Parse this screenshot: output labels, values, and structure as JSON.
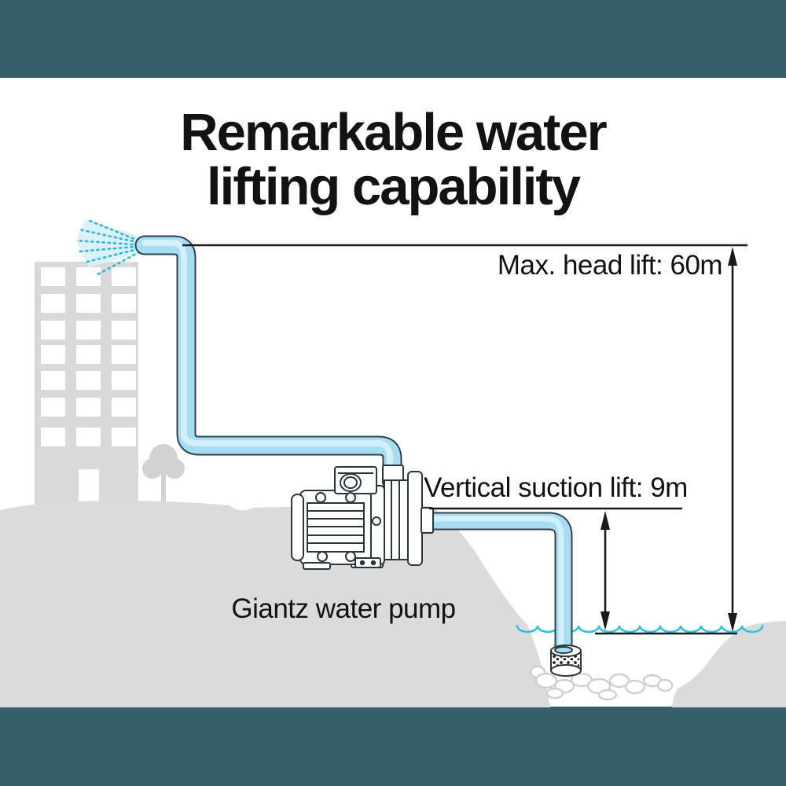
{
  "title": {
    "line1": "Remarkable water",
    "line2": "lifting capability"
  },
  "annotations": {
    "max_head_lift": {
      "text": "Max. head lift: 60m",
      "label": "Max. head lift",
      "value": "60m"
    },
    "vertical_suction_lift": {
      "text": "Vertical suction lift: 9m",
      "label": "Vertical suction lift",
      "value": "9m"
    }
  },
  "caption": {
    "text": "Giantz water pump"
  },
  "colors": {
    "border_teal": "#355f6b",
    "ground_gray": "#dbdbdb",
    "building_gray": "#d9d9d9",
    "window_white": "#ffffff",
    "tree_gray": "#d2d2d2",
    "pipe_fill": "#a6ddf2",
    "pipe_highlight": "#d3f0fa",
    "pipe_outline": "#31424c",
    "spray_cyan": "#2db7da",
    "spray_cone": "#daf1fa",
    "wave_cyan": "#2cc2e2",
    "rock_outline": "#cfcfcf",
    "pump_line": "#2a363d",
    "line_black": "#1a1a1a",
    "text_black": "#121212"
  }
}
